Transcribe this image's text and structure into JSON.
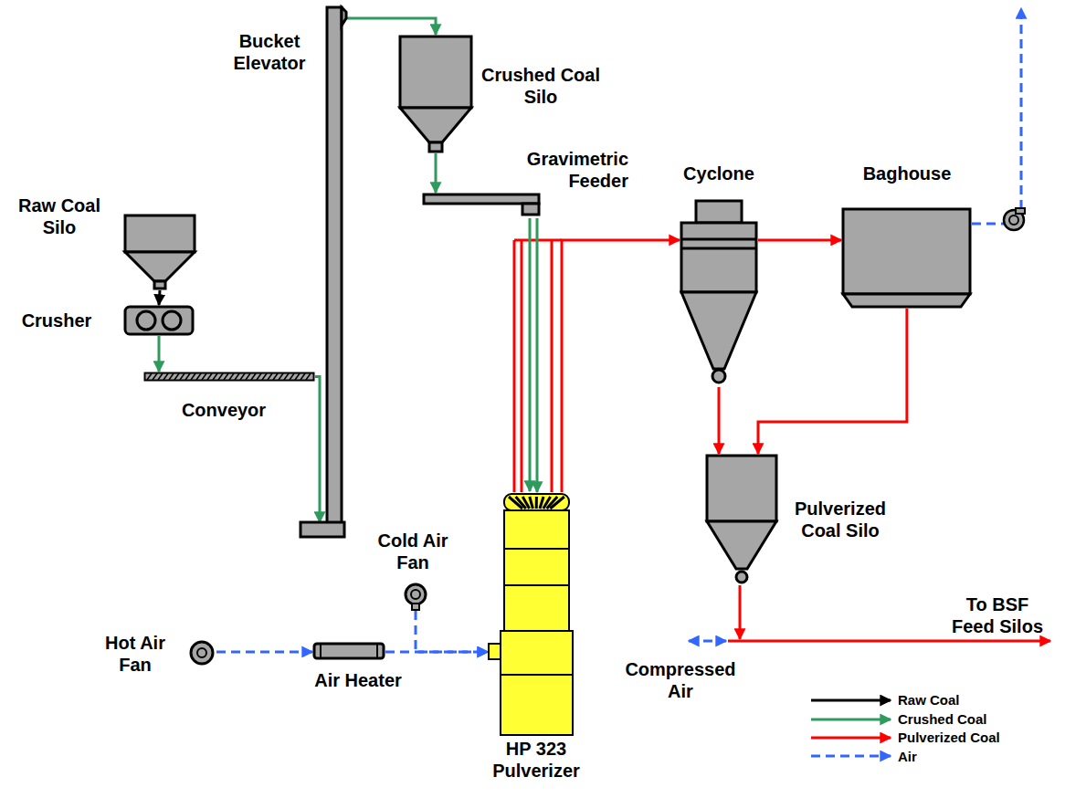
{
  "diagram": {
    "nodes": [
      {
        "text": [
          "Raw Coal Silo"
        ]
      },
      {
        "text": [
          "Crusher"
        ]
      },
      {
        "text": [
          "Conveyor"
        ]
      },
      {
        "text": [
          "Bucket Elevator"
        ]
      },
      {
        "text": [
          "Crushed Coal Silo"
        ]
      },
      {
        "text": [
          "Gravimetric Feeder"
        ]
      },
      {
        "text": [
          "HP 323 Pulverizer"
        ]
      },
      {
        "text": [
          "Cyclone"
        ]
      },
      {
        "text": [
          "Baghouse"
        ]
      },
      {
        "text": [
          "Pulverized Coal Silo"
        ]
      },
      {
        "text": [
          "Hot Air Fan"
        ]
      },
      {
        "text": [
          "Air Heater"
        ]
      },
      {
        "text": [
          "Cold Air Fan"
        ]
      }
    ],
    "edges": [
      {
        "from": 0,
        "to": 1,
        "arrow": "to"
      },
      {
        "from": 1,
        "to": 2,
        "arrow": "to"
      },
      {
        "from": 2,
        "to": 3,
        "arrow": "to"
      },
      {
        "from": 3,
        "to": 4,
        "arrow": "to"
      },
      {
        "from": 4,
        "to": 5,
        "arrow": "to"
      },
      {
        "from": 5,
        "to": 6,
        "arrow": "to"
      },
      {
        "from": 6,
        "to": 7,
        "arrow": "to"
      },
      {
        "from": 7,
        "to": 8,
        "arrow": "to"
      },
      {
        "from": 7,
        "to": 9,
        "arrow": "to"
      },
      {
        "from": 8,
        "to": 9,
        "arrow": "to"
      },
      {
        "from": 10,
        "to": 11,
        "arrow": "to"
      },
      {
        "from": 11,
        "to": 6,
        "arrow": "to"
      },
      {
        "from": 12,
        "to": 6,
        "arrow": "to"
      }
    ],
    "labels": [
      "Compressed Air",
      "To BSF Feed Silos"
    ],
    "legend": [
      {
        "text": "Raw Coal"
      },
      {
        "text": "Crushed Coal"
      },
      {
        "text": "Pulverized Coal"
      },
      {
        "text": "Air"
      }
    ]
  }
}
